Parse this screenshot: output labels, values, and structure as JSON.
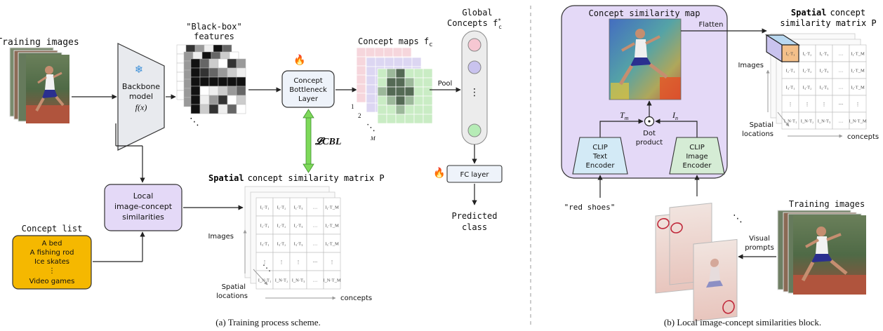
{
  "panel_a": {
    "caption": "(a) Training process scheme.",
    "training_images_label": "Training images",
    "backbone": {
      "line1": "Backbone",
      "line2": "model",
      "fx": "f(x)"
    },
    "blackbox_label": {
      "line1": "\"Black-box\"",
      "line2": "features"
    },
    "cbl": {
      "line1": "Concept",
      "line2": "Bottleneck",
      "line3": "Layer"
    },
    "loss_label": "𝓛CBL",
    "concept_maps_label": "Concept maps f",
    "concept_maps_sub": "c",
    "concept_map_indices": [
      "1",
      "2",
      "M"
    ],
    "global_concepts": {
      "line1": "Global",
      "line2": "Concepts f",
      "sub": "c",
      "sup": "*"
    },
    "pool_label": "Pool",
    "fc_label": "FC layer",
    "predicted": {
      "line1": "Predicted",
      "line2": "class"
    },
    "local_block": {
      "line1": "Local",
      "line2": "image-concept",
      "line3": "similarities"
    },
    "concept_list": {
      "title": "Concept list",
      "items": [
        "A bed",
        "A fishing rod",
        "Ice skates",
        "⋮",
        "Video games"
      ]
    },
    "spatial_matrix": {
      "title_bold": "Spatial",
      "title_rest": "concept similarity matrix P",
      "rows_label": "Images",
      "cols_label": "concepts",
      "depth_label_1": "Spatial",
      "depth_label_2": "locations"
    }
  },
  "panel_b": {
    "caption": "(b) Local image-concept similarities block.",
    "map_title": "Concept similarity map",
    "flatten_label": "Flatten",
    "tm_label": "T",
    "tm_sub": "m",
    "in_label": "I",
    "in_sub": "n",
    "dot_label": {
      "line1": "Dot",
      "line2": "product"
    },
    "clip_text": {
      "line1": "CLIP",
      "line2": "Text",
      "line3": "Encoder"
    },
    "clip_image": {
      "line1": "CLIP",
      "line2": "Image",
      "line3": "Encoder"
    },
    "red_shoes": "\"red shoes\"",
    "training_images_label": "Training images",
    "visual_prompts": {
      "line1": "Visual",
      "line2": "prompts"
    },
    "spatial_matrix": {
      "title_bold": "Spatial",
      "title_rest_1": "concept",
      "title_rest_2": "similarity matrix P",
      "rows_label": "Images",
      "cols_label": "concepts",
      "depth_label_1": "Spatial",
      "depth_label_2": "locations"
    }
  },
  "matrix_cells": [
    [
      "I₁·T₁",
      "I₁·T₂",
      "I₁·T₃",
      "…",
      "I₁·T_M"
    ],
    [
      "I₂·T₁",
      "I₂·T₂",
      "I₂·T₃",
      "…",
      "I₂·T_M"
    ],
    [
      "I₃·T₁",
      "I₃·T₂",
      "I₃·T₃",
      "…",
      "I₃·T_M"
    ],
    [
      "⋮",
      "⋮",
      "⋮",
      "⋯",
      "⋮"
    ],
    [
      "I_N·T₁",
      "I_N·T₂",
      "I_N·T₃",
      "…",
      "I_N·T_M"
    ]
  ],
  "colors": {
    "concept_list_fill": "#f5b800",
    "local_block_fill": "#e4d9f7",
    "concept_map_pink": "#f6d6dc",
    "concept_map_green": "#c9ecc4",
    "clip_text_fill": "#d3eaf6",
    "clip_image_fill": "#d5ecd5",
    "similarity_map_bg": "#e4d9f7",
    "loss_arrow": "#7ed95a"
  }
}
